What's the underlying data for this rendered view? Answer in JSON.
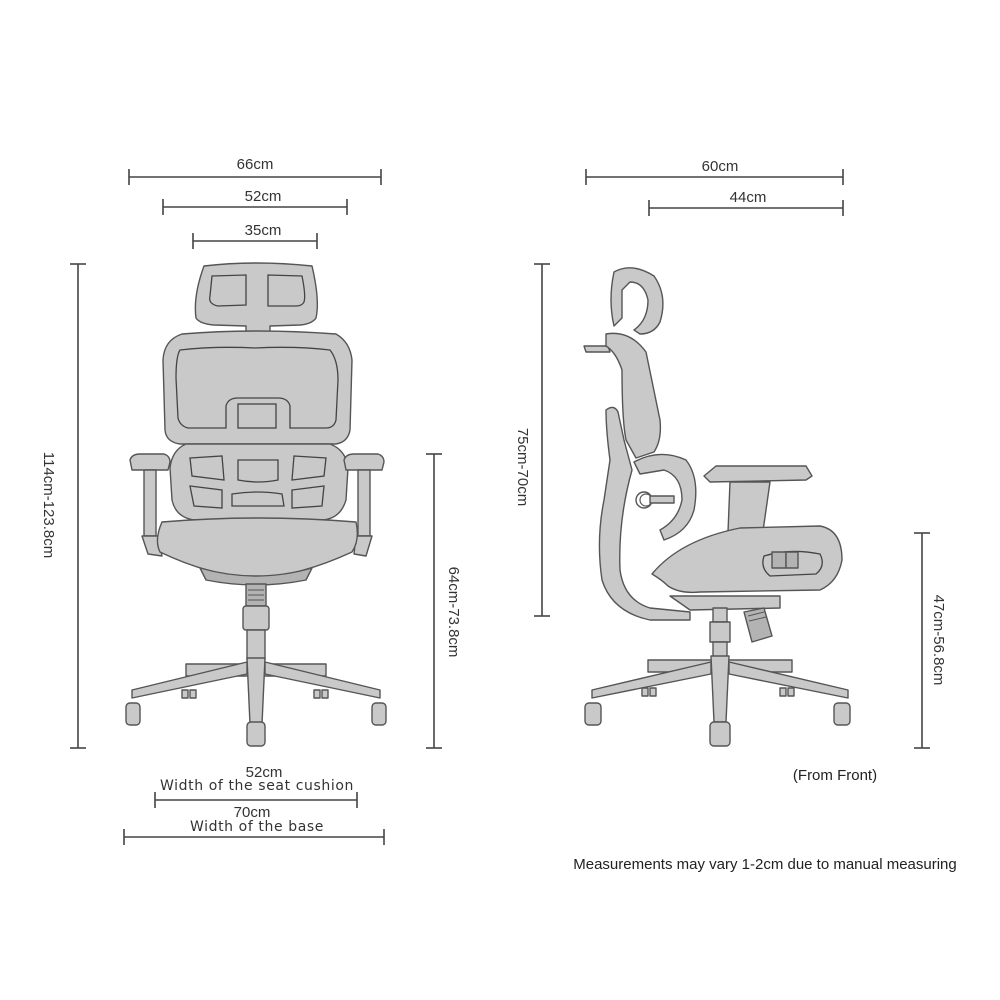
{
  "diagram": {
    "subject": "Ergonomic office chair dimensions",
    "line_color": "#444444",
    "fill_color": "#c9c9c9"
  },
  "front_view": {
    "top_dims": {
      "overall_width": "66cm",
      "backrest_width": "52cm",
      "headrest_width": "35cm"
    },
    "side_dims": {
      "total_height": "114cm-123.8cm",
      "armrest_height": "64cm-73.8cm"
    },
    "bottom_dims": {
      "seat_width_value": "52cm",
      "seat_width_label": "Width of the seat cushion",
      "base_width_value": "70cm",
      "base_width_label": "Width of the base"
    }
  },
  "side_view": {
    "top_dims": {
      "overall_depth": "60cm",
      "seat_depth": "44cm"
    },
    "side_dims": {
      "backrest_height": "75cm-70cm",
      "seat_height": "47cm-56.8cm"
    },
    "caption": "(From Front)"
  },
  "footer": {
    "note": "Measurements may vary 1-2cm due to manual measuring"
  }
}
